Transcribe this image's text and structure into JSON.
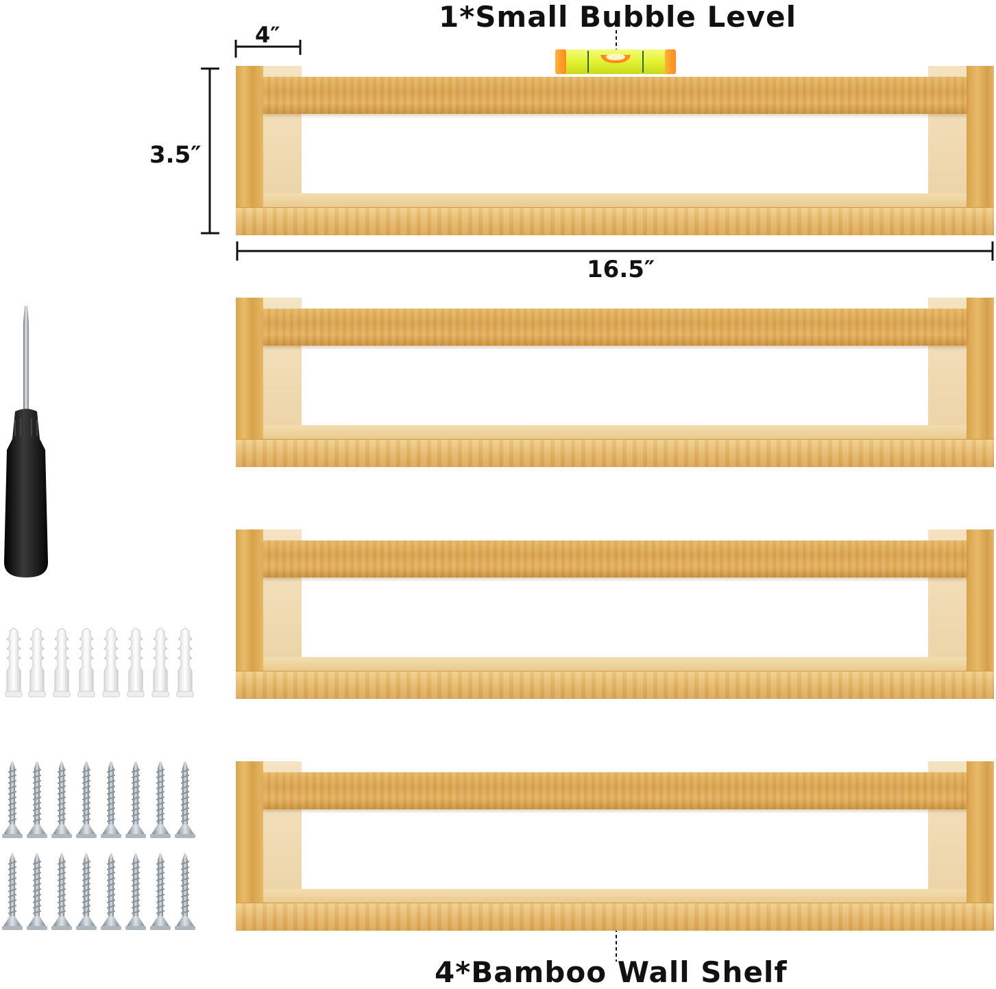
{
  "labels": {
    "level_title": "1*Small Bubble Level",
    "shelf_title": "4*Bamboo Wall Shelf",
    "depth": "4″",
    "height": "3.5″",
    "length": "16.5″"
  },
  "counts": {
    "shelves": 4,
    "anchors": 8,
    "screws": 16
  },
  "colors": {
    "bamboo": "#e3b262",
    "bamboo_light": "#f2dcb0",
    "screwdriver_handle": "#111111",
    "anchor": "#f2f2f2",
    "screw": "#9aa3ad",
    "level_body": "#e8f53a",
    "level_bubble": "#ff8a1f"
  }
}
